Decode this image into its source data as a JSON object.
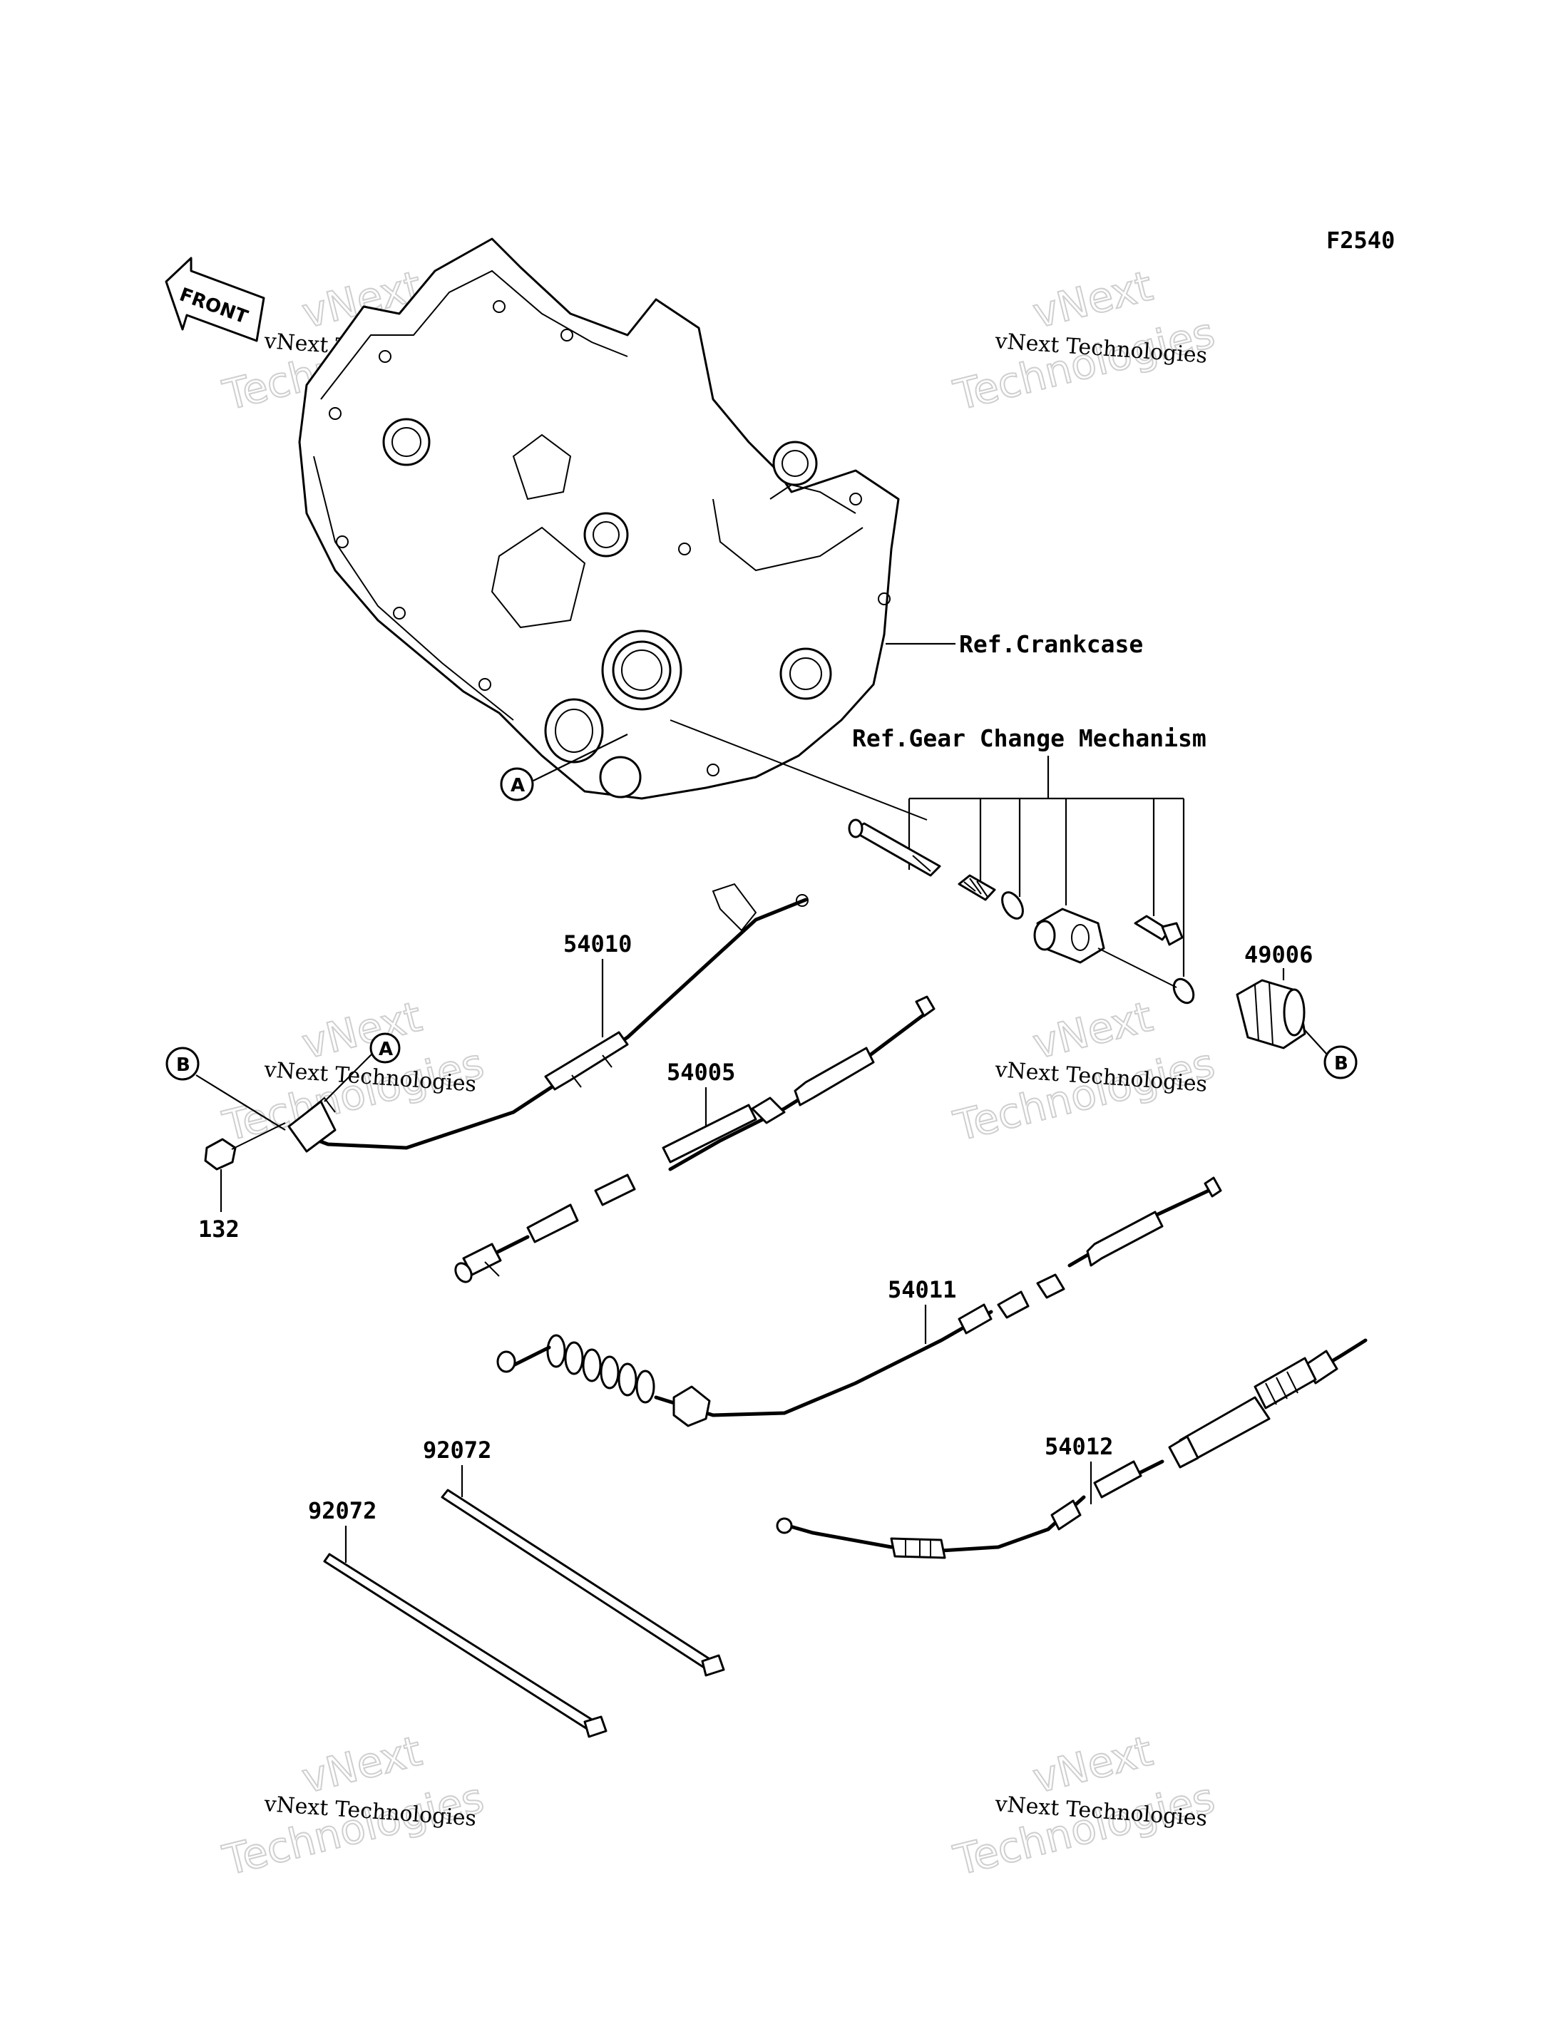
{
  "figure_code": "F2540",
  "front_arrow_label": "FRONT",
  "references": {
    "crankcase": "Ref.Crankcase",
    "gear_change": "Ref.Gear Change Mechanism"
  },
  "callouts": {
    "a_upper": "A",
    "a_lower": "A",
    "b_left": "B",
    "b_right": "B"
  },
  "part_numbers": {
    "p54010": "54010",
    "p54005": "54005",
    "p54011": "54011",
    "p54012": "54012",
    "p49006": "49006",
    "p132": "132",
    "p92072_upper": "92072",
    "p92072_lower": "92072"
  },
  "watermarks": {
    "text_line1": "vNext Technologies",
    "text_outline_top": "vNext",
    "text_outline_bottom": "Technologies"
  },
  "colors": {
    "ink": "#000000",
    "watermark": "#cfcfcf",
    "background": "#ffffff"
  }
}
